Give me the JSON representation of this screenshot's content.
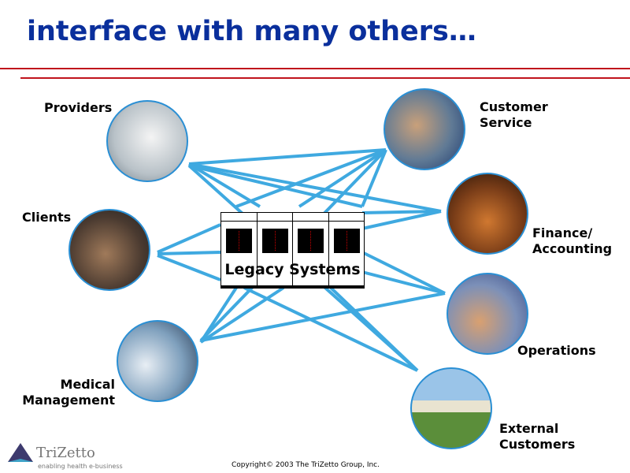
{
  "title": "interface with many others…",
  "center": {
    "label": "Legacy Systems"
  },
  "nodes": {
    "providers": "Providers",
    "clients": "Clients",
    "medical": "Medical\nManagement",
    "customer_service": "Customer\nService",
    "finance": "Finance/\nAccounting",
    "operations": "Operations",
    "external": "External\nCustomers"
  },
  "footer": {
    "logo_name": "TriZetto",
    "logo_tagline": "enabling health e-business",
    "copyright": "Copyright© 2003 The TriZetto Group, Inc."
  },
  "colors": {
    "title": "#0a2f9c",
    "rule": "#c0141c",
    "line": "#3fa9e0"
  }
}
